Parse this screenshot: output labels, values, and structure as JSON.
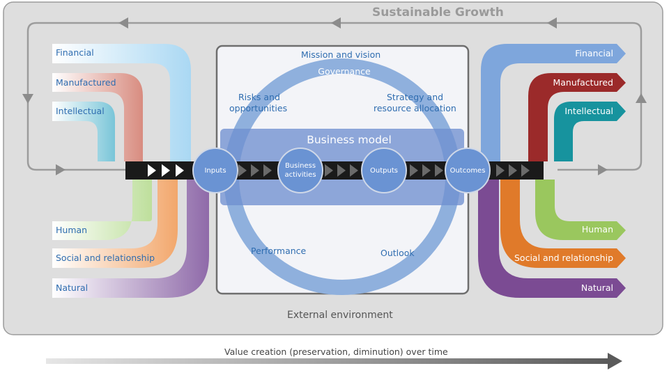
{
  "title": "Sustainable Growth",
  "external_environment": "External environment",
  "value_creation": "Value creation (preservation, diminution) over time",
  "business_model": "Business model",
  "ring": {
    "mission": "Mission and vision",
    "governance": "Governance",
    "risks": [
      "Risks and",
      "opportunities"
    ],
    "strategy": [
      "Strategy and",
      "resource allocation"
    ],
    "performance": "Performance",
    "outlook": "Outlook"
  },
  "process": {
    "inputs": "Inputs",
    "business_activities": [
      "Business",
      "activities"
    ],
    "outputs": "Outputs",
    "outcomes": "Outcomes"
  },
  "capitals": [
    {
      "name": "Financial",
      "color": "#5b8fd6"
    },
    {
      "name": "Manufactured",
      "color": "#9b2a2a"
    },
    {
      "name": "Intellectual",
      "color": "#17939e"
    },
    {
      "name": "Human",
      "color": "#8cbc4a"
    },
    {
      "name": "Social and relationship",
      "color": "#e07a2a"
    },
    {
      "name": "Natural",
      "color": "#7b4b93"
    }
  ]
}
